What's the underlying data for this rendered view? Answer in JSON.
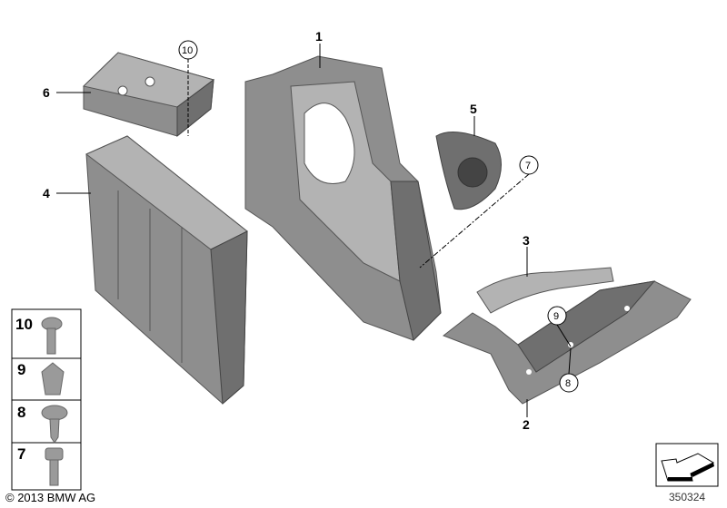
{
  "callouts": [
    {
      "num": "1",
      "circled": false
    },
    {
      "num": "2",
      "circled": false
    },
    {
      "num": "3",
      "circled": false
    },
    {
      "num": "4",
      "circled": false
    },
    {
      "num": "5",
      "circled": false
    },
    {
      "num": "6",
      "circled": false
    },
    {
      "num": "7",
      "circled": true
    },
    {
      "num": "8",
      "circled": true
    },
    {
      "num": "9",
      "circled": true
    },
    {
      "num": "10",
      "circled": true
    }
  ],
  "legend": [
    {
      "num": "10",
      "part": "screw"
    },
    {
      "num": "9",
      "part": "expanding-nut"
    },
    {
      "num": "8",
      "part": "hex-screw-with-washer"
    },
    {
      "num": "7",
      "part": "hex-bolt"
    }
  ],
  "copyright": "© 2013 BMW AG",
  "diagram_number": "350324",
  "colors": {
    "part": "#8e8e8e",
    "line": "#000000"
  }
}
